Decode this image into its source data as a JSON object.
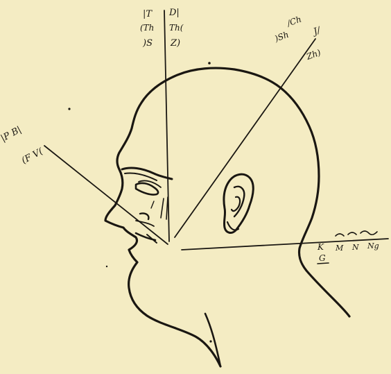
{
  "diagram": {
    "labels": {
      "td_row1_left": "|T",
      "td_row1_right": "D|",
      "td_row2_left": "(Th",
      "td_row2_right": "Th(",
      "td_row3_left": ")S",
      "td_row3_right": "Z)",
      "chj_row1_left": "/Ch",
      "chj_row1_right": "J/",
      "chj_row2_left": ")Sh",
      "chj_row2_right": "Zh)",
      "pb_row1": "|P B|",
      "pb_row2": "(F V(",
      "k_label": "K",
      "m_label": "M",
      "n_label": "N",
      "ng_label": "Ng",
      "g_label": "G"
    },
    "colors": {
      "paper": "#f4ecc3",
      "ink": "#1a1712"
    }
  }
}
